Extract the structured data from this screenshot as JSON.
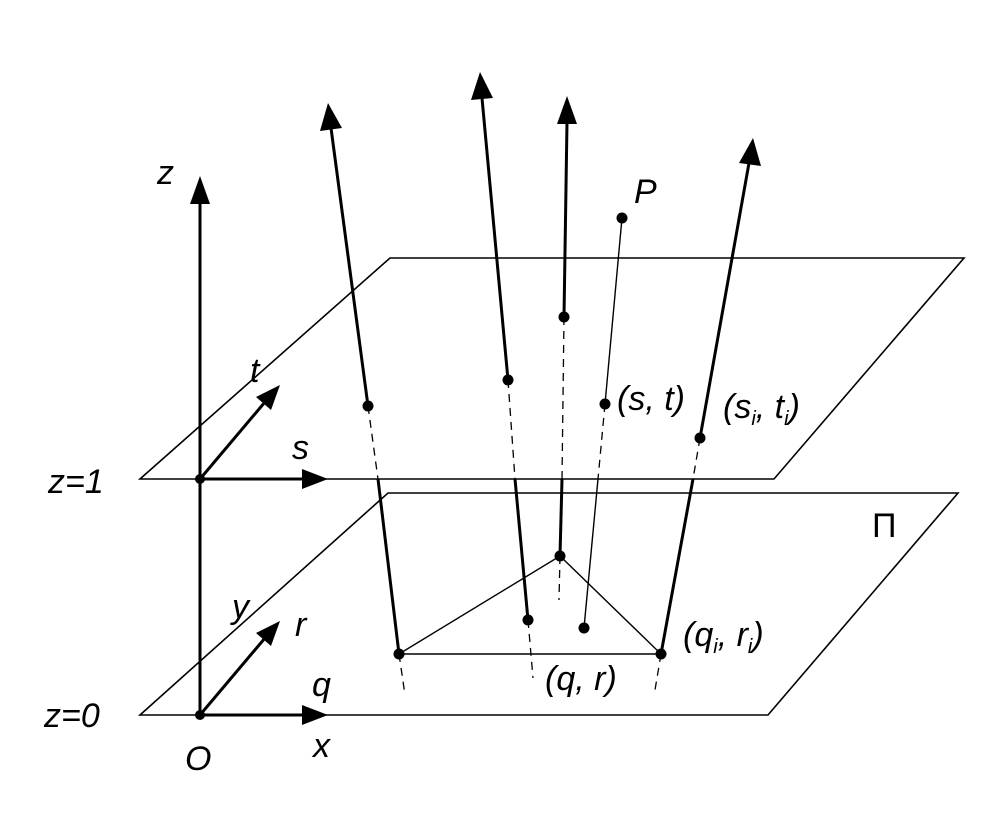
{
  "labels": {
    "z_axis": "z",
    "t_axis": "t",
    "s_axis": "s",
    "y_axis": "y",
    "r_axis": "r",
    "q_axis": "q",
    "x_axis": "x",
    "origin": "O",
    "z1": "z=1",
    "z0": "z=0",
    "point_p": "P",
    "st": "(s, t)",
    "st_i_open": "(s",
    "st_i_sub1": "i",
    "st_i_mid": ", t",
    "st_i_sub2": "i",
    "st_i_close": ")",
    "qr": "(q, r)",
    "qr_i_open": "(q",
    "qr_i_sub1": "i",
    "qr_i_mid": ", r",
    "qr_i_sub2": "i",
    "qr_i_close": ")",
    "plane_pi": "Π"
  }
}
